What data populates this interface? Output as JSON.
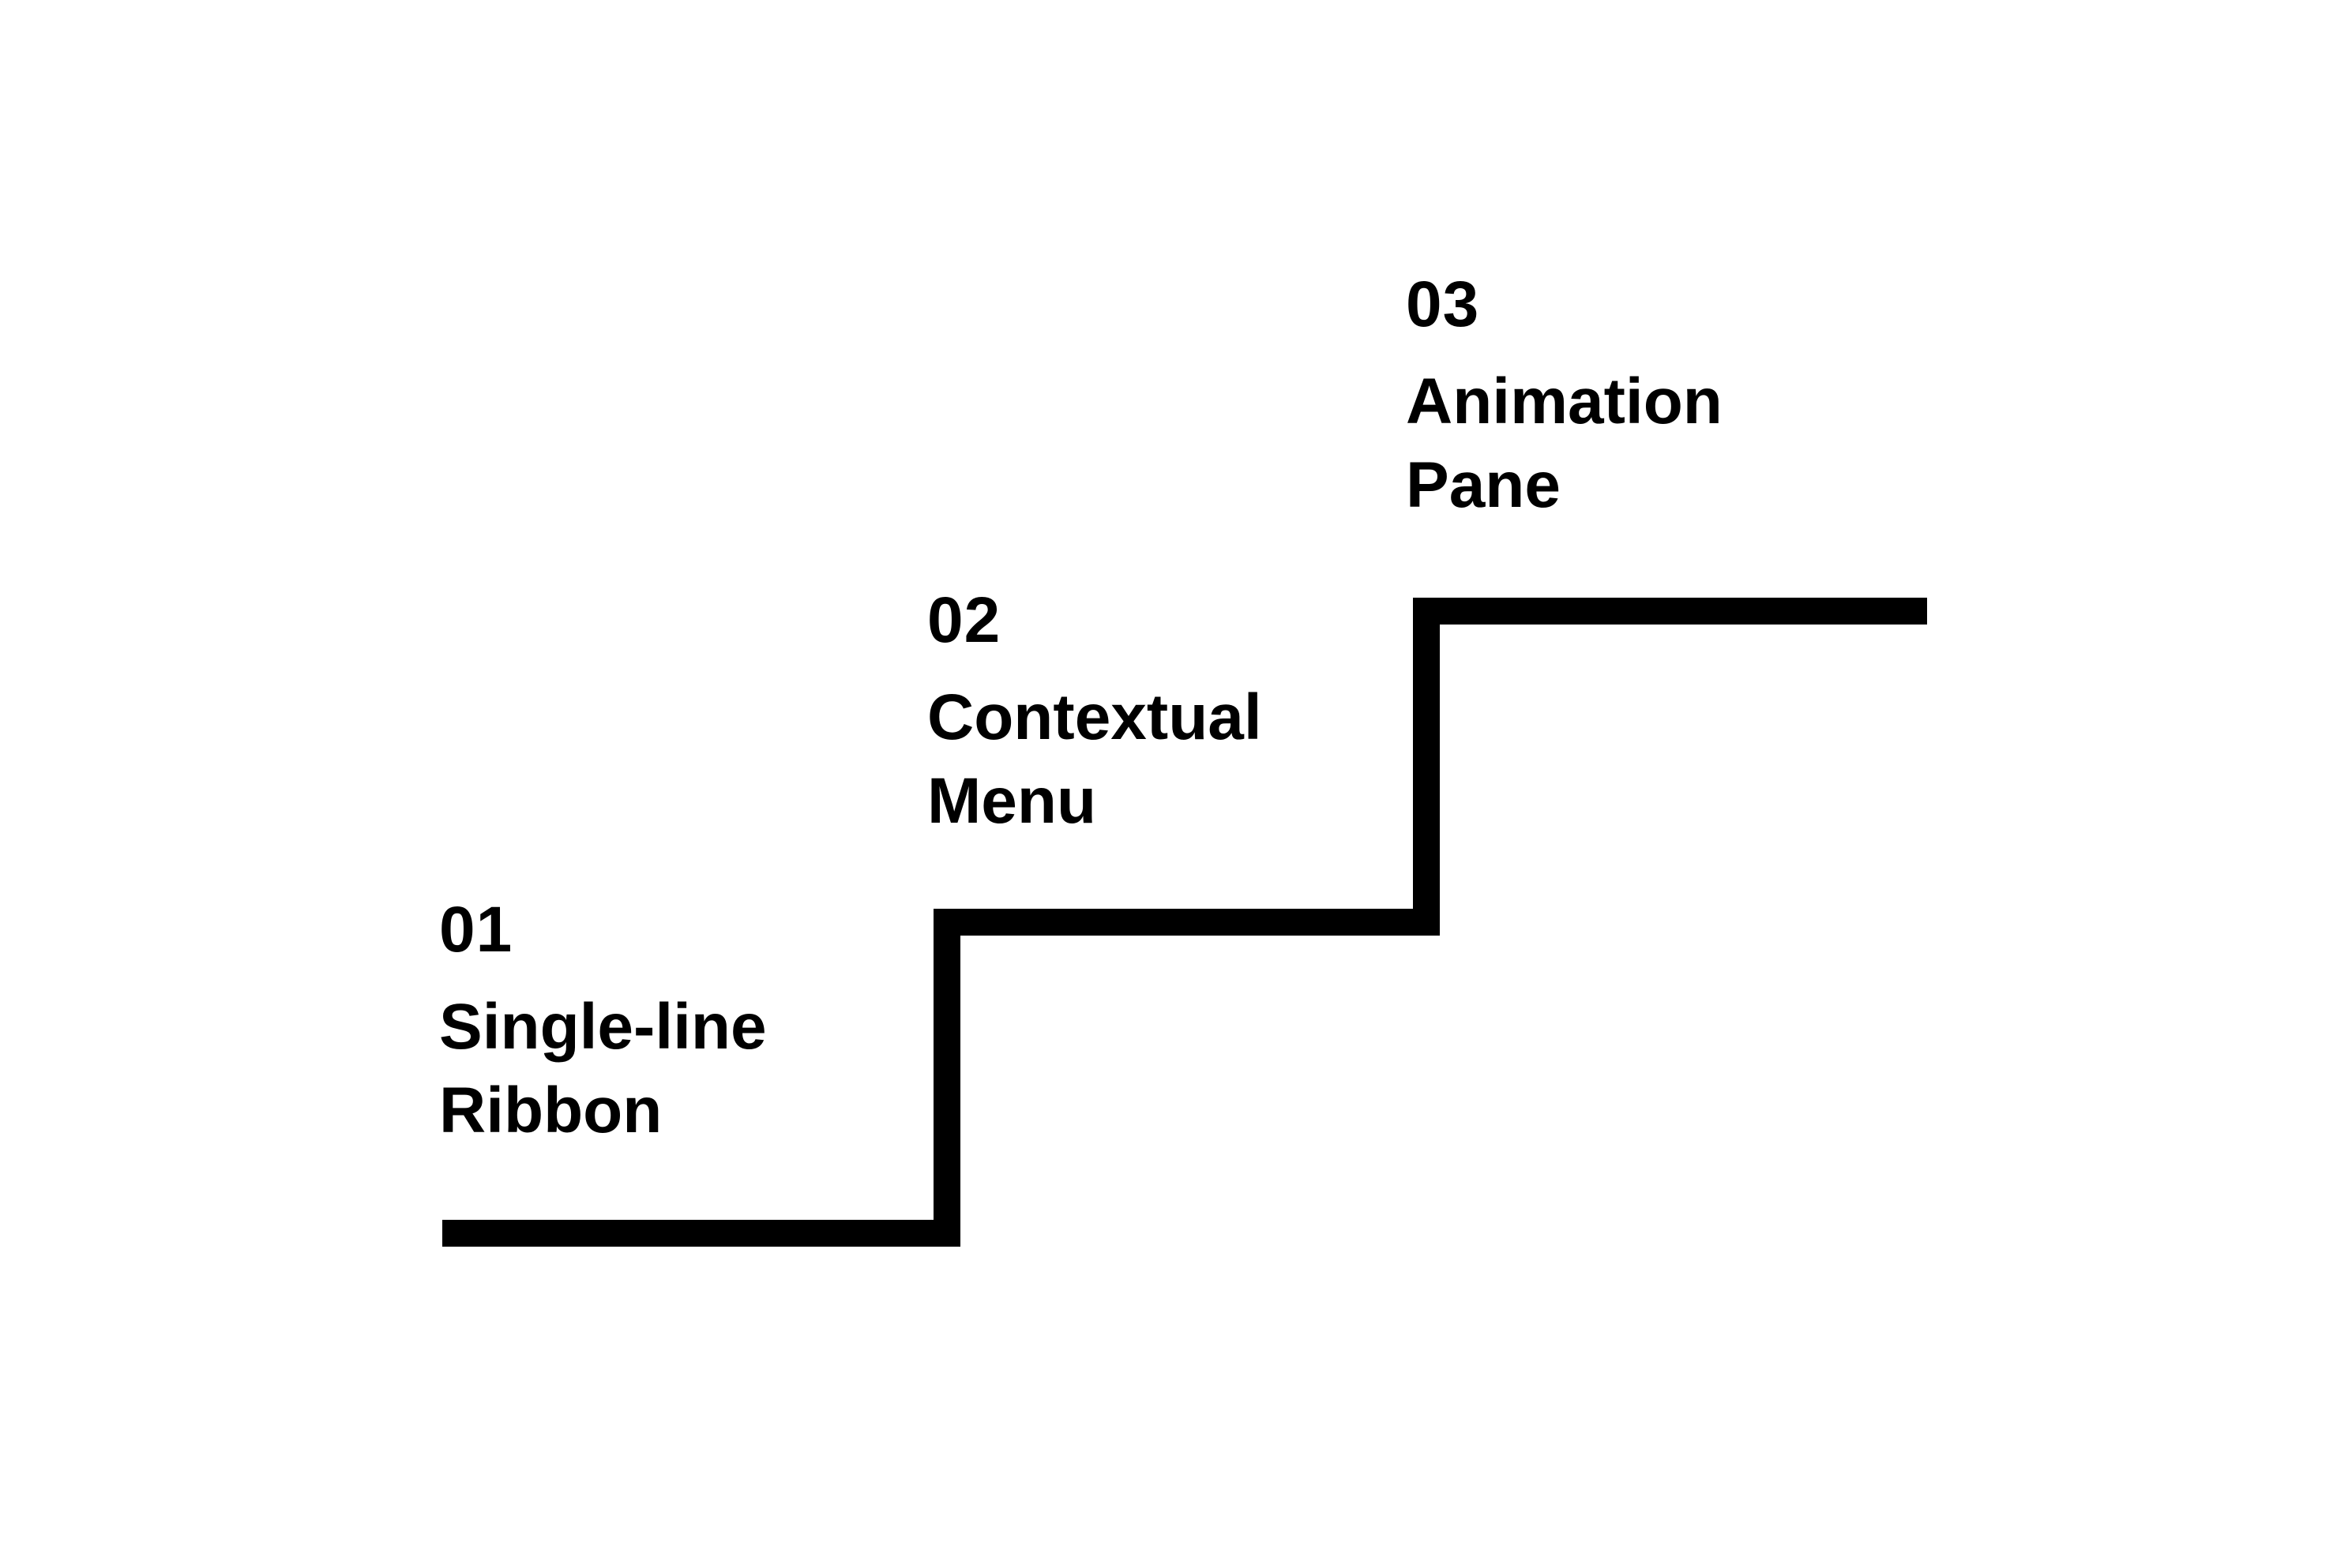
{
  "diagram": {
    "steps": [
      {
        "number": "01",
        "title_lines": [
          "Single-line",
          "Ribbon"
        ]
      },
      {
        "number": "02",
        "title_lines": [
          "Contextual",
          "Menu"
        ]
      },
      {
        "number": "03",
        "title_lines": [
          "Animation",
          "Pane"
        ]
      }
    ],
    "line_color": "#000000",
    "background": "#ffffff"
  }
}
